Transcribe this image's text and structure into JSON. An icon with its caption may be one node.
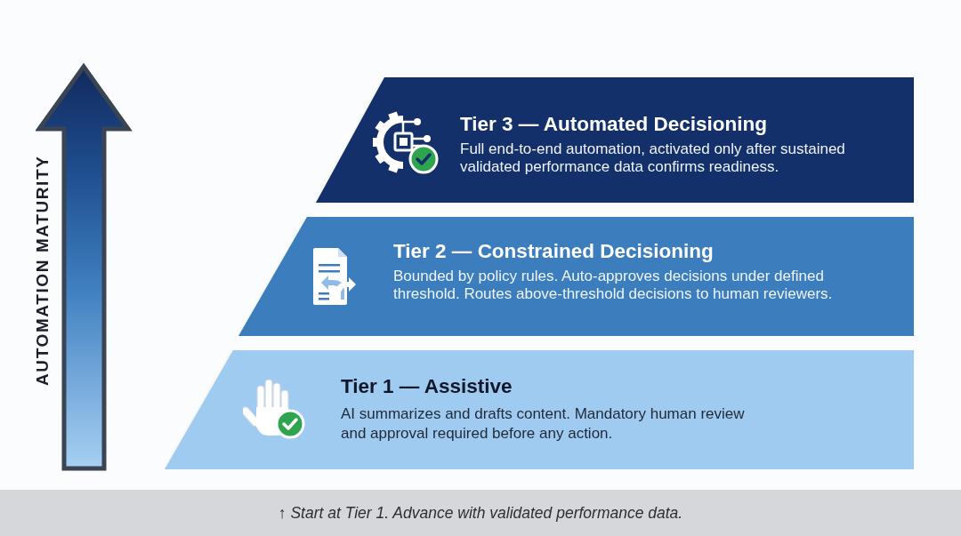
{
  "diagram": {
    "caption": "↑ Start at Tier 1. Advance with validated performance data.",
    "nodes": [
      {
        "text": [
          "Tier 3 — Automated Decisioning",
          "Full end-to-end automation, activated only after sustained validated performance data confirms readiness."
        ]
      },
      {
        "text": [
          "Tier 2 — Constrained Decisioning",
          "Bounded by policy rules. Auto-approves decisions under defined threshold. Routes above-threshold decisions to human reviewers."
        ]
      },
      {
        "text": [
          "Tier 1 — Assistive",
          "AI summarizes and drafts content. Mandatory human review and approval required before any action."
        ]
      }
    ],
    "labels": [
      "AUTOMATION MATURITY"
    ]
  }
}
